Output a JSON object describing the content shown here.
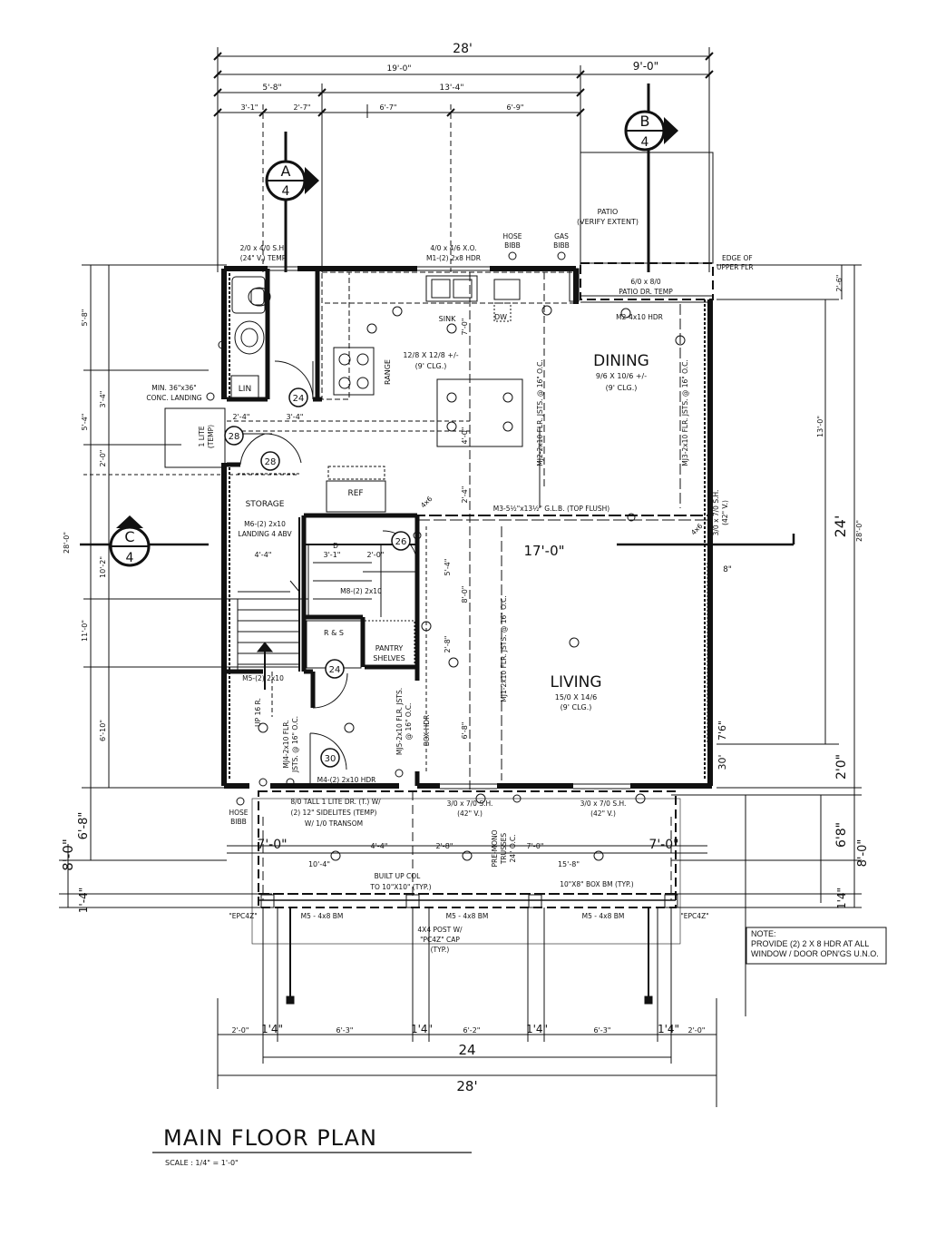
{
  "plan": {
    "title": "MAIN FLOOR PLAN",
    "scale": "SCALE :  1/4\" = 1'-0\"",
    "note": [
      "NOTE:",
      "PROVIDE (2) 2 X 8 HDR AT ALL",
      "WINDOW / DOOR OPN'GS U.N.O."
    ],
    "section_markers": [
      {
        "letter": "A",
        "sheet": "4"
      },
      {
        "letter": "B",
        "sheet": "4"
      },
      {
        "letter": "C",
        "sheet": "4"
      }
    ],
    "rooms": {
      "dining": {
        "name": "DINING",
        "size": "9/6 X 10/6 +/-",
        "ceiling": "(9' CLG.)"
      },
      "living": {
        "name": "LIVING",
        "size": "15/0 X 14/6",
        "ceiling": "(9' CLG.)"
      },
      "kitchen": {
        "size": "12/8 X 12/8 +/-",
        "ceiling": "(9' CLG.)"
      },
      "patio": {
        "name": "PATIO",
        "note": "(VERIFY EXTENT)"
      },
      "storage": "STORAGE",
      "lin": "LIN",
      "ref": "REF",
      "range": "RANGE",
      "sink": "SINK",
      "dw": "DW",
      "rs": "R & S",
      "pantry": [
        "PANTRY",
        "SHELVES"
      ]
    },
    "labels": {
      "hose_bibb_top": [
        "HOSE",
        "BIBB"
      ],
      "gas_bibb": [
        "GAS",
        "BIBB"
      ],
      "hose_bibb_bottom": [
        "HOSE",
        "BIBB"
      ],
      "edge_upper": [
        "EDGE OF",
        "UPPER FLR"
      ],
      "win_tl": [
        "2/0 x 4/0 S.H.",
        "(24\" V.) TEMP"
      ],
      "win_top": [
        "4/0 x 4/6 X.O.",
        "M1-(2) 2x8 HDR"
      ],
      "patio_door": [
        "6/0 x 8/0",
        "PATIO DR. TEMP"
      ],
      "m2": "M2-4x10 HDR",
      "m3": "M3-5½\"x13½\" G.L.B. (TOP FLUSH)",
      "m4": "M4-(2) 2x10 HDR",
      "m5": "M5-(2) 2x10",
      "m6": [
        "M6-(2) 2x10",
        "LANDING 4 ABV"
      ],
      "m8": "M8-(2) 2x10",
      "mj1": "MJ1-2x10 FLR. JSTS. @ 16\" O.C.",
      "mj2": "MJ2-2x10 FLR. JSTS. @ 16\" O.C.",
      "mj3": "MJ3-2x10 FLR. JSTS. @ 16\" O.C.",
      "mj4": [
        "MJ4-2x10 FLR.",
        "JSTS. @ 16\" O.C."
      ],
      "mj5": [
        "MJ5-2x10 FLR. JSTS.",
        "@ 16\" O.C."
      ],
      "box_hdr": "BOX HDR",
      "landing": [
        "MIN. 36\"x36\"",
        "CONC. LANDING"
      ],
      "lite": [
        "1 LITE",
        "(TEMP)"
      ],
      "front_door": [
        "8/0 TALL 1 LITE DR. (T.) W/",
        "(2) 12\" SIDELITES (TEMP)",
        "W/ 1/0 TRANSOM"
      ],
      "win_bot1": [
        "3/0 x 7/0 S.H.",
        "(42\" V.)"
      ],
      "win_bot2": [
        "3/0 x 7/0 S.H.",
        "(42\" V.)"
      ],
      "win_right": [
        "3/0 x 7/0 S.H.",
        "(42\" V.)"
      ],
      "builtup": [
        "BUILT UP COL",
        "TO 10\"X10\" (TYP.)"
      ],
      "boxbm": "10\"X8\" BOX BM (TYP.)",
      "post": [
        "4X4 POST W/",
        "\"PC4Z\" CAP",
        "(TYP.)"
      ],
      "epc_l": "\"EPC4Z\"",
      "epc_r": "\"EPC4Z\"",
      "m5b1": "M5 - 4x8 BM",
      "m5b2": "M5 - 4x8 BM",
      "m5b3": "M5 - 4x8 BM",
      "trusses": [
        "PRE-MONO",
        "TRUSSES",
        "24\" O.C."
      ],
      "up": "UP 16 R.",
      "dn": "D",
      "tag24a": "24",
      "tag24b": "24",
      "tag28a": "28",
      "tag28b": "28",
      "tag26": "26",
      "tag30": "30",
      "vent": "4x6",
      "vent2": "4x6",
      "dim8": "8\"",
      "z17": "17'-0\"",
      "z76": "7'6\"",
      "z30": "30'"
    },
    "dims": {
      "overall_top": "28'",
      "top_a": "19'-0\"",
      "top_b": "9'-0\"",
      "top_c": "5'-8\"",
      "top_d": "13'-4\"",
      "top_e": "3'-1\"",
      "top_f": "2'-7\"",
      "top_g": "6'-7\"",
      "top_h": "6'-9\"",
      "int_a": "2'-4\"",
      "int_b": "3'-4\"",
      "int_c": "4'-4\"",
      "int_d": "3'-1\"",
      "int_e": "2'-0\"",
      "int_f": "7'-0\"",
      "int_g": "4'-0\"",
      "int_h": "2'-4\"",
      "int_i": "5'-4\"",
      "int_j": "8'-0\"",
      "int_k": "2'-8\"",
      "int_l": "6'-8\"",
      "left_a": "5'-8\"",
      "left_b": "3'-4\"",
      "left_c": "5'-4\"",
      "left_d": "2'-0\"",
      "left_e": "10'-2\"",
      "left_f": "11'-0\"",
      "left_g": "6'-10\"",
      "left_h": "28'-0\"",
      "left_i": "6'-8\"",
      "left_j": "1'-4\"",
      "left_k": "8'-0\"",
      "right_a": "2'-6\"",
      "right_b": "13'-0\"",
      "right_c": "24'",
      "right_d": "28'-0\"",
      "right_e": "2'0\"",
      "right_f": "6'8\"",
      "right_g": "8'-0\"",
      "right_h": "1'4\"",
      "porch_a": "7'-0\"",
      "porch_b": "10'-4\"",
      "porch_c": "4'-4\"",
      "porch_d": "2'-8\"",
      "porch_e": "7'-0\"",
      "porch_f": "15'-8\"",
      "porch_g": "7'-0\"",
      "bot_a": "2'-0\"",
      "bot_b": "1'4\"",
      "bot_c": "6'-3\"",
      "bot_d": "1'4\"",
      "bot_e": "6'-2\"",
      "bot_f": "1'4\"",
      "bot_g": "6'-3\"",
      "bot_h": "1'4\"",
      "bot_i": "2'-0\"",
      "bot_j": "24",
      "bot_k": "28'"
    }
  }
}
